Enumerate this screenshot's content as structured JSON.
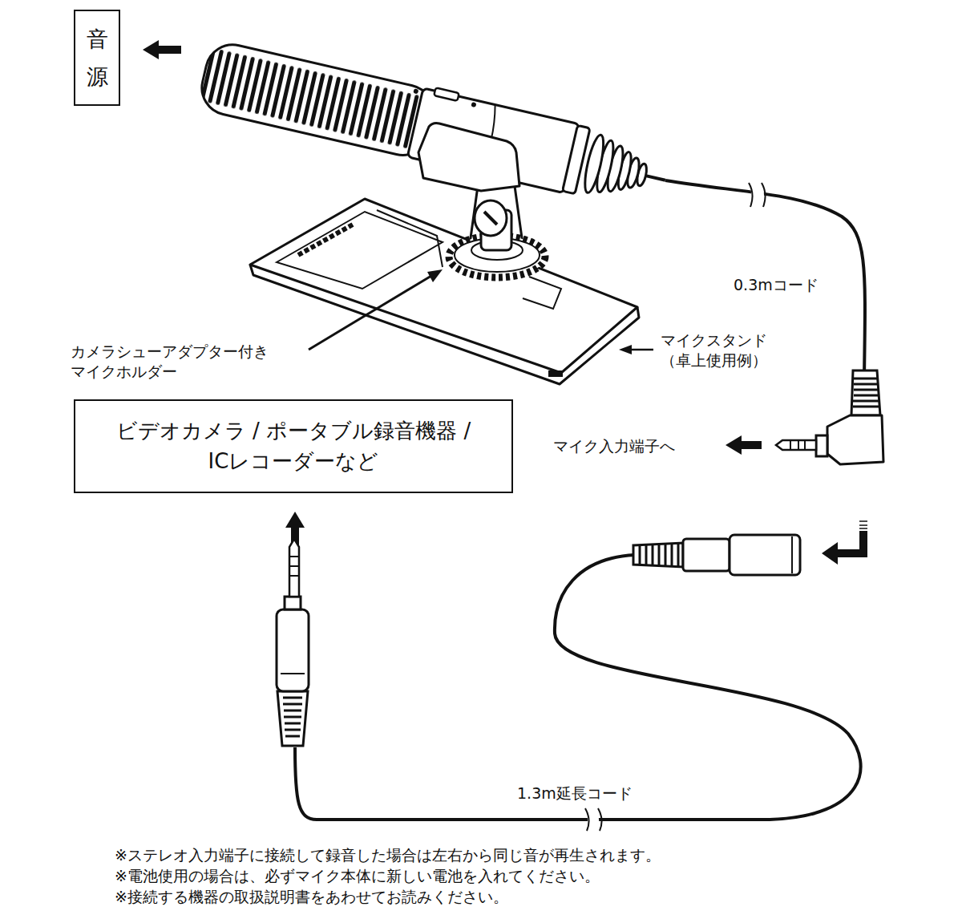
{
  "diagram": {
    "nodes": [
      {
        "text": [
          "音 源"
        ]
      },
      {
        "text": [
          "ビデオカメラ / ポータブル録音機器 / ICレコーダーなど"
        ]
      }
    ],
    "labels": [
      "カメラシューアダプター付き マイクホルダー",
      "マイクスタンド （卓上使用例）",
      "0.3mコード",
      "マイク入力端子へ",
      "1.3m延長コード",
      "※ステレオ入力端子に接続して録音した場合は左右から同じ音が再生されます。",
      "※電池使用の場合は、必ずマイク本体に新しい電池を入れてください。",
      "※接続する機器の取扱説明書をあわせてお読みください。"
    ]
  }
}
